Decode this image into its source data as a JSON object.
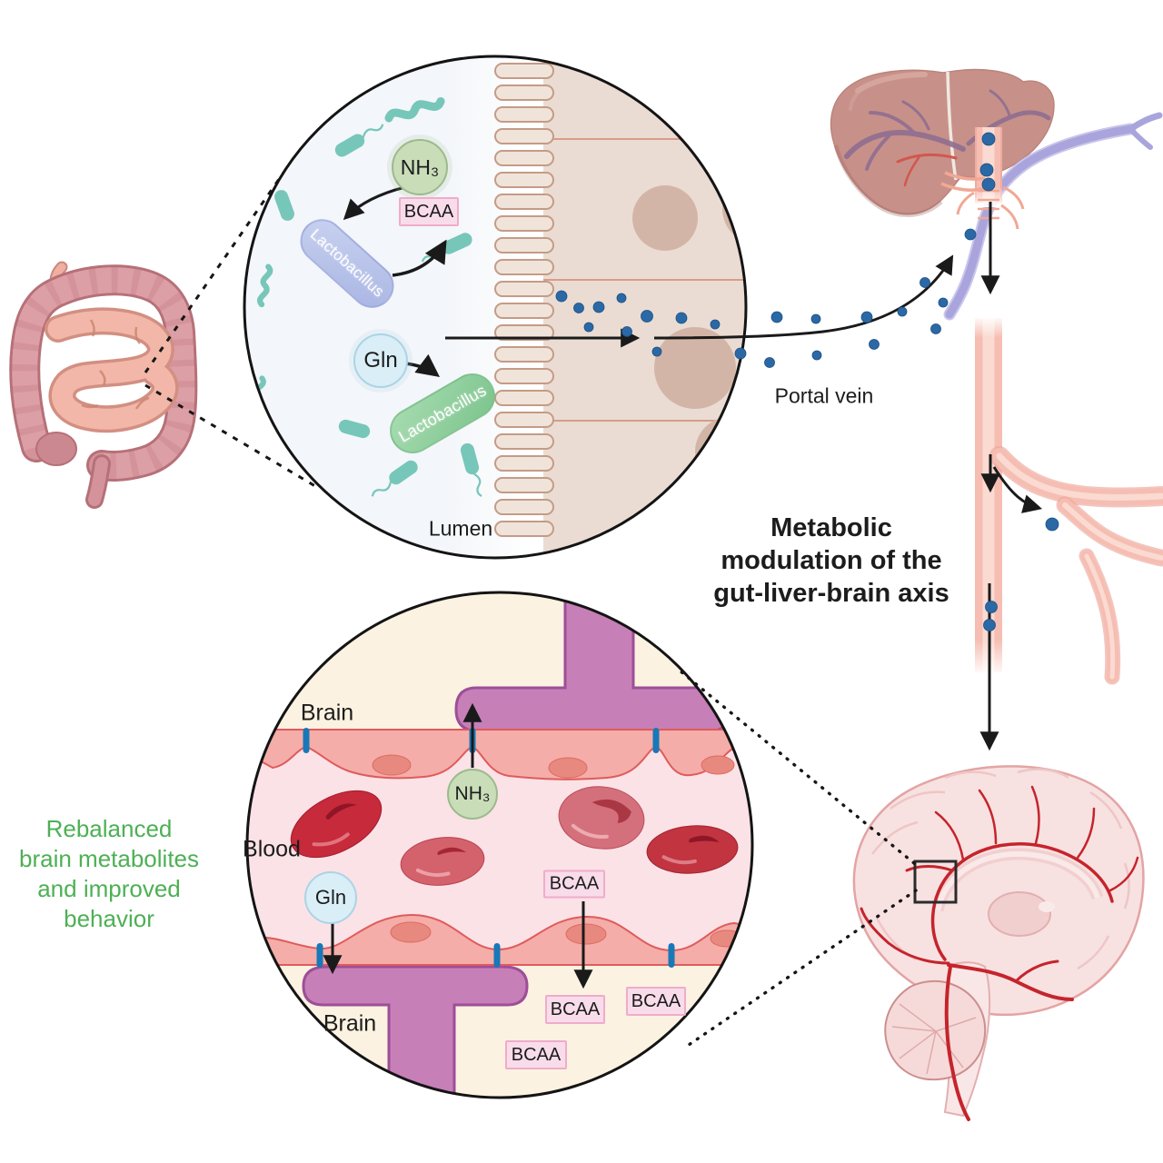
{
  "title": "Metabolic\nmodulation of the\ngut-liver-brain axis",
  "caption": "Rebalanced\nbrain metabolites\nand improved\nbehavior",
  "portal_vein_label": "Portal vein",
  "gut_circle": {
    "lumen": "Lumen",
    "nh3": "NH₃",
    "bcaa": "BCAA",
    "gln": "Gln",
    "lacto_blue": "Lactobacillus",
    "lacto_green": "Lactobacillus"
  },
  "bbb_circle": {
    "brain_top": "Brain",
    "blood": "Blood",
    "brain_bottom": "Brain",
    "nh3": "NH₃",
    "gln": "Gln",
    "bcaa_blood": "BCAA",
    "bcaa_brain_1": "BCAA",
    "bcaa_brain_2": "BCAA",
    "bcaa_brain_3": "BCAA"
  },
  "colors": {
    "text_green": "#4db055",
    "ink": "#1a1a1a",
    "teal": "#77c6ba",
    "capsule_blue": "#aeb9e6",
    "capsule_green": "#8ccd9b",
    "nh3_fill": "#c9ddb9",
    "nh3_border": "#9cba8c",
    "gln_fill": "#daeef7",
    "gln_border": "#abd4e5",
    "bcaa_fill": "#f9dcea",
    "bcaa_border": "#efaccb",
    "dot": "#2a69a5",
    "junction": "#1878b8",
    "astro": "#c77fb8",
    "astro_border": "#9d4f97",
    "endo": "#f4ada8",
    "endo_border": "#df5b5c",
    "endo_nucleus": "#e8897f",
    "blood_bg": "#fbe2e6",
    "brain_bg": "#fcf2e1",
    "rbc_dark": "#c62a3b",
    "vessel": "#f6bdb2",
    "vessel_edge": "#eda89b",
    "vessel_hi": "#fadad1",
    "lavender": "#a9a5dc",
    "liver": "#c79189",
    "liver_vein": "#8f6e92",
    "artery_red": "#c5242c",
    "brain_fill": "#f8e1e1",
    "brain_stroke": "#e3a4a4",
    "lumen_bg": "#f3f6fa",
    "epi_bg": "#eadcd3",
    "villi_fill": "#f0e4da",
    "villi_stroke": "#c59b86",
    "colon": "#d4939a",
    "colon_dark": "#b67078",
    "small_intestine": "#f2b7a8"
  }
}
